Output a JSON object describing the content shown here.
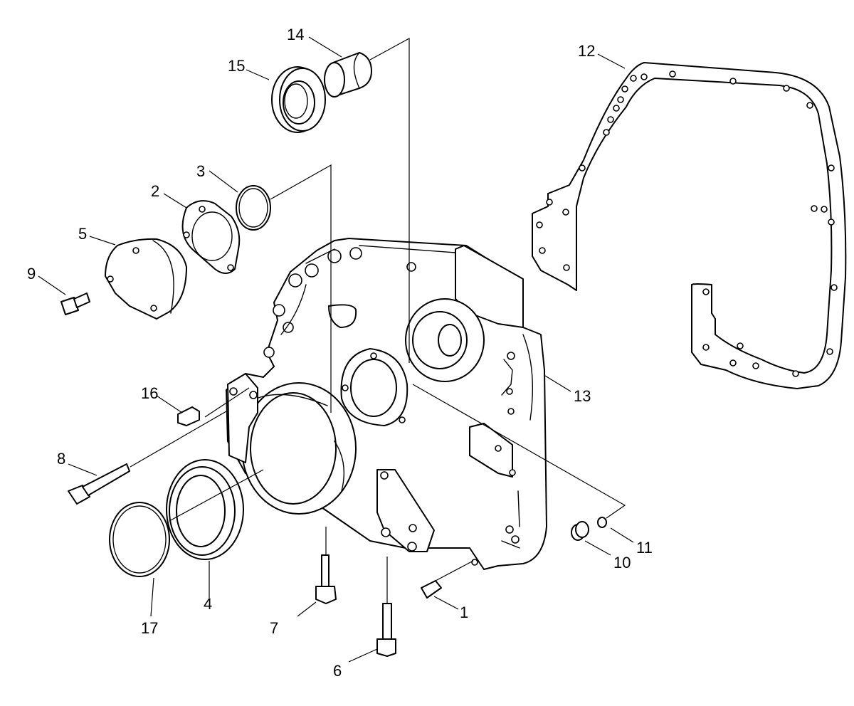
{
  "diagram": {
    "callouts": {
      "c1": "1",
      "c2": "2",
      "c3": "3",
      "c4": "4",
      "c5": "5",
      "c6": "6",
      "c7": "7",
      "c8": "8",
      "c9": "9",
      "c10": "10",
      "c11": "11",
      "c12": "12",
      "c13": "13",
      "c14": "14",
      "c15": "15",
      "c16": "16",
      "c17": "17"
    }
  }
}
